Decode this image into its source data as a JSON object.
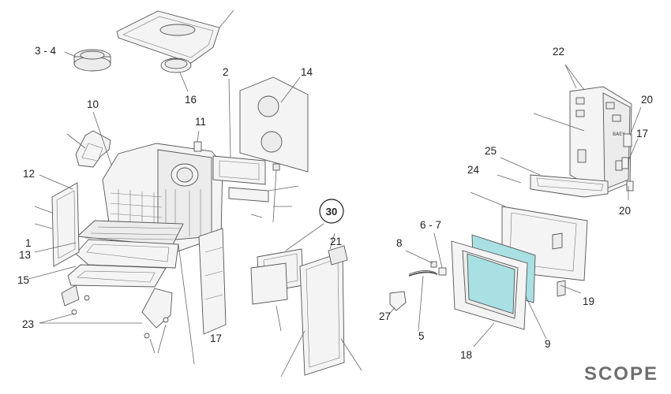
{
  "brand": "SCOPE",
  "callouts": {
    "c3_4": "3 - 4",
    "c2": "2",
    "c14": "14",
    "c10": "10",
    "c16": "16",
    "c11": "11",
    "c12": "12",
    "c1": "1",
    "c13": "13",
    "c15": "15",
    "c23": "23",
    "c17": "17",
    "c30": "30",
    "c21": "21",
    "c22": "22",
    "c20a": "20",
    "c17b": "17",
    "c20b": "20",
    "c25": "25",
    "c24": "24",
    "c6_7": "6 - 7",
    "c8": "8",
    "c19": "19",
    "c27": "27",
    "c5": "5",
    "c18": "18",
    "c9": "9"
  },
  "panel_marking": "BAEY",
  "colors": {
    "glass": "#a9e0e3",
    "line": "#555555",
    "brand": "#6f6f6f"
  }
}
